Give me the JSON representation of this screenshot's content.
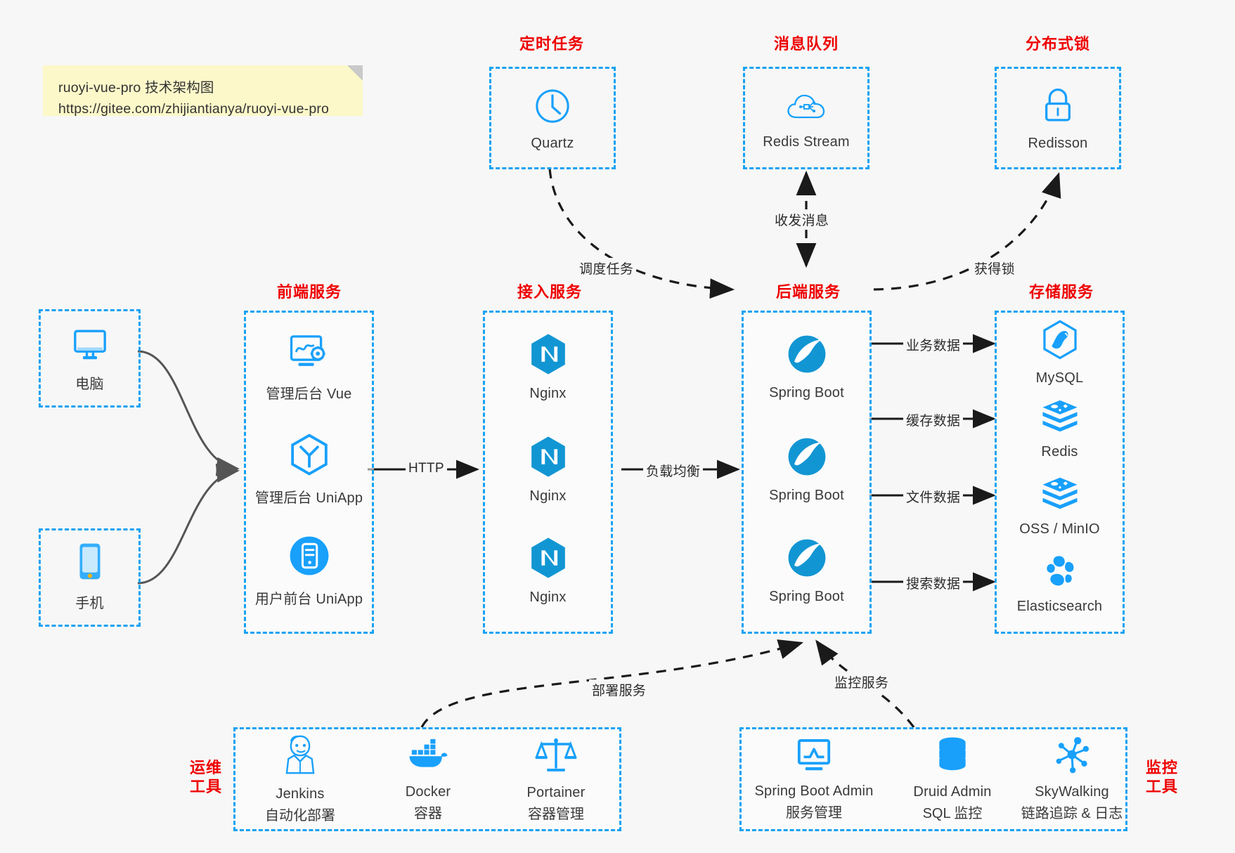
{
  "note": {
    "line1": "ruoyi-vue-pro 技术架构图",
    "line2": "https://gitee.com/zhijiantianya/ruoyi-vue-pro"
  },
  "colors": {
    "accent_blue": "#17a2f3",
    "icon_blue": "#18a0fb",
    "heading_red": "#ee0000",
    "background": "#f7f7f7",
    "note_yellow": "#fcf8c9",
    "arrow_gray": "#555555",
    "arrow_black": "#1a1a1a"
  },
  "groups": {
    "scheduled_task": {
      "title": "定时任务",
      "nodes": [
        {
          "label": "Quartz",
          "icon": "clock-icon"
        }
      ]
    },
    "message_queue": {
      "title": "消息队列",
      "nodes": [
        {
          "label": "Redis Stream",
          "icon": "cloud-network-icon"
        }
      ]
    },
    "distributed_lock": {
      "title": "分布式锁",
      "nodes": [
        {
          "label": "Redisson",
          "icon": "lock-icon"
        }
      ]
    },
    "clients": {
      "nodes": [
        {
          "label": "电脑",
          "icon": "desktop-monitor-icon"
        },
        {
          "label": "手机",
          "icon": "smartphone-icon"
        }
      ]
    },
    "frontend": {
      "title": "前端服务",
      "nodes": [
        {
          "label": "管理后台 Vue",
          "icon": "dashboard-gear-icon"
        },
        {
          "label": "管理后台 UniApp",
          "icon": "hexagon-y-icon"
        },
        {
          "label": "用户前台 UniApp",
          "icon": "mobile-circle-icon"
        }
      ]
    },
    "gateway": {
      "title": "接入服务",
      "nodes": [
        {
          "label": "Nginx",
          "icon": "nginx-icon"
        },
        {
          "label": "Nginx",
          "icon": "nginx-icon"
        },
        {
          "label": "Nginx",
          "icon": "nginx-icon"
        }
      ]
    },
    "backend": {
      "title": "后端服务",
      "nodes": [
        {
          "label": "Spring Boot",
          "icon": "spring-boot-icon"
        },
        {
          "label": "Spring Boot",
          "icon": "spring-boot-icon"
        },
        {
          "label": "Spring Boot",
          "icon": "spring-boot-icon"
        }
      ]
    },
    "storage": {
      "title": "存储服务",
      "nodes": [
        {
          "label": "MySQL",
          "icon": "mysql-dolphin-icon"
        },
        {
          "label": "Redis",
          "icon": "redis-stack-icon"
        },
        {
          "label": "OSS / MinIO",
          "icon": "redis-stack-icon"
        },
        {
          "label": "Elasticsearch",
          "icon": "elasticsearch-cluster-icon"
        }
      ]
    },
    "devops": {
      "title_line1": "运维",
      "title_line2": "工具",
      "nodes": [
        {
          "label": "Jenkins",
          "sublabel": "自动化部署",
          "icon": "jenkins-butler-icon"
        },
        {
          "label": "Docker",
          "sublabel": "容器",
          "icon": "docker-whale-icon"
        },
        {
          "label": "Portainer",
          "sublabel": "容器管理",
          "icon": "scales-icon"
        }
      ]
    },
    "monitoring": {
      "title_line1": "监控",
      "title_line2": "工具",
      "nodes": [
        {
          "label": "Spring Boot Admin",
          "sublabel": "服务管理",
          "icon": "monitor-chart-icon"
        },
        {
          "label": "Druid Admin",
          "sublabel": "SQL 监控",
          "icon": "database-cylinder-icon"
        },
        {
          "label": "SkyWalking",
          "sublabel": "链路追踪 & 日志",
          "icon": "network-nodes-icon"
        }
      ]
    }
  },
  "edges": [
    {
      "id": "http",
      "label": "HTTP",
      "style": "solid"
    },
    {
      "id": "load-balance",
      "label": "负载均衡",
      "style": "solid"
    },
    {
      "id": "biz-data",
      "label": "业务数据",
      "style": "solid"
    },
    {
      "id": "cache-data",
      "label": "缓存数据",
      "style": "solid"
    },
    {
      "id": "file-data",
      "label": "文件数据",
      "style": "solid"
    },
    {
      "id": "search-data",
      "label": "搜索数据",
      "style": "solid"
    },
    {
      "id": "schedule-task",
      "label": "调度任务",
      "style": "dashed"
    },
    {
      "id": "send-receive-message",
      "label": "收发消息",
      "style": "dashed"
    },
    {
      "id": "acquire-lock",
      "label": "获得锁",
      "style": "dashed"
    },
    {
      "id": "deploy-service",
      "label": "部署服务",
      "style": "dashed"
    },
    {
      "id": "monitor-service",
      "label": "监控服务",
      "style": "dashed"
    }
  ]
}
